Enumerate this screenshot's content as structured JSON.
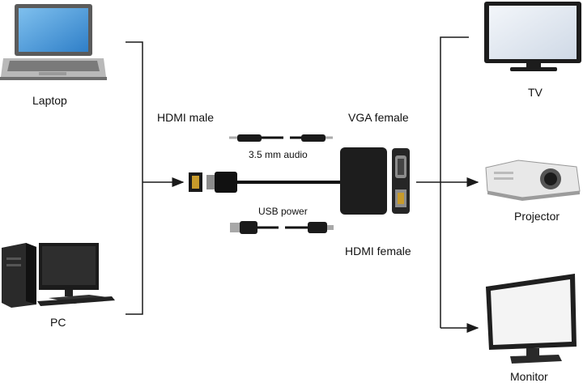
{
  "sources": {
    "laptop_label": "Laptop",
    "pc_label": "PC"
  },
  "adapter": {
    "hdmi_male_label": "HDMI  male",
    "vga_female_label": "VGA female",
    "audio_label": "3.5 mm audio",
    "usb_power_label": "USB power",
    "hdmi_female_label": "HDMI  female"
  },
  "outputs": {
    "tv_label": "TV",
    "projector_label": "Projector",
    "monitor_label": "Monitor"
  },
  "colors": {
    "line": "#1a1a1a",
    "device_dark": "#1c1c1c",
    "screen_blue": "#3d8fd6",
    "screen_light": "#dfe8f2"
  }
}
